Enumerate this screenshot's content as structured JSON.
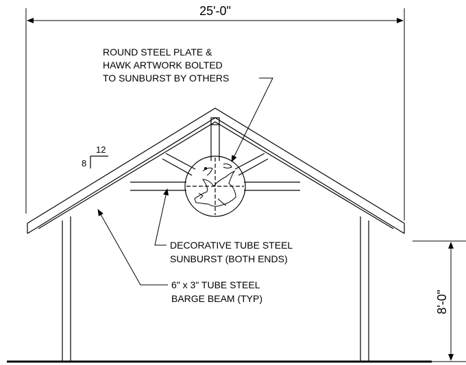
{
  "dimensions": {
    "overall_width": "25'-0\"",
    "eave_height": "8'-0\""
  },
  "slope": {
    "rise": "8",
    "run": "12"
  },
  "callouts": {
    "plate": [
      "ROUND STEEL PLATE &",
      "HAWK ARTWORK BOLTED",
      "TO SUNBURST BY OTHERS"
    ],
    "sunburst": [
      "DECORATIVE TUBE STEEL",
      "SUNBURST (BOTH ENDS)"
    ],
    "beam": [
      "6\" x 3\" TUBE STEEL",
      "BARGE BEAM (TYP)"
    ]
  }
}
